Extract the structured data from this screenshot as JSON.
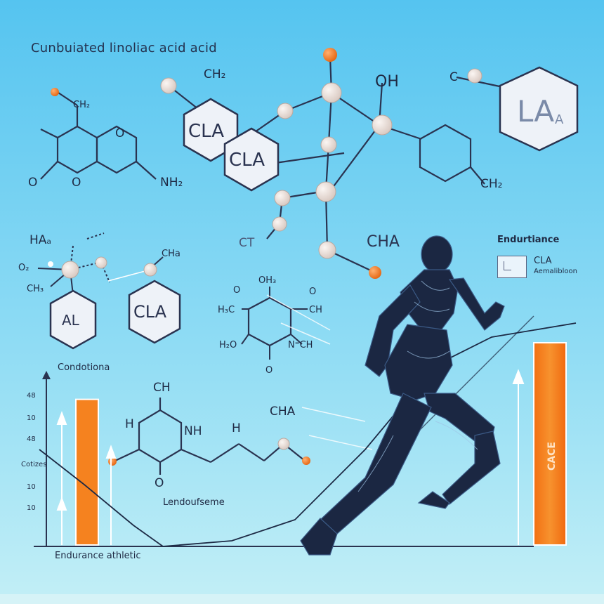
{
  "title": "Cunbuiated linoliac acid acid",
  "colors": {
    "background_top": "#5cc9f2",
    "background_bottom": "#b9ecf6",
    "hexagon_fill": "#eef2f8",
    "hexagon_stroke": "#2a3350",
    "atom": "#e8dcd6",
    "atom_accent": "#f07a1f",
    "bar": "#f5821f",
    "runner": "#1b2742"
  },
  "molecules": {
    "cla_ring_1": "CLA",
    "cla_ring_2": "CLA",
    "cla_ring_3": "CLA",
    "la_ring": "LA",
    "la_ring_sub": "A",
    "al_ring": "AL"
  },
  "formula_labels": {
    "ch2_top": "CH₂",
    "ch2_left": "CH₂",
    "oh_top": "OH",
    "ch2_right": "CH₂",
    "nh2": "NH₂",
    "o1": "O",
    "o2": "O",
    "o3": "O",
    "c_right": "C",
    "ha": "HAₐ",
    "o2_left": "O₂",
    "ch3": "CH₃",
    "cha_mid": "CHa",
    "cha_runner": "CHA",
    "ct": "CT",
    "oh3": "OH₃",
    "o_a": "O",
    "o_b": "O",
    "h3c": "H₃C",
    "ch_a": "CH",
    "h2o": "H₂O",
    "nch": "N⁼CH",
    "o_c": "O",
    "ch_top": "CH",
    "h": "H",
    "nh": "NH",
    "h_chain": "H",
    "cha_chain": "CHA",
    "o_bottom": "O"
  },
  "texts": {
    "endurance_heading": "Endurtiance",
    "legend_cla": "CLA",
    "legend_sub": "Aemalibloon",
    "condotiona": "Condotiona",
    "lendoufseme": "Lendoufseme",
    "endurance_athletic": "Endurance athletic",
    "y_axis_label": "Cotizes",
    "bar_label": "CACE",
    "y_ticks": [
      "48",
      "10",
      "48",
      "10",
      "10"
    ]
  },
  "chart_data": {
    "type": "bar",
    "categories": [
      "",
      ""
    ],
    "series": [
      {
        "values": [
          0.72,
          1.0
        ]
      }
    ],
    "ylabel": "Cotizes",
    "xlabel": "Endurance athletic",
    "y_tick_labels": [
      "48",
      "10",
      "48",
      "10",
      "10"
    ]
  }
}
